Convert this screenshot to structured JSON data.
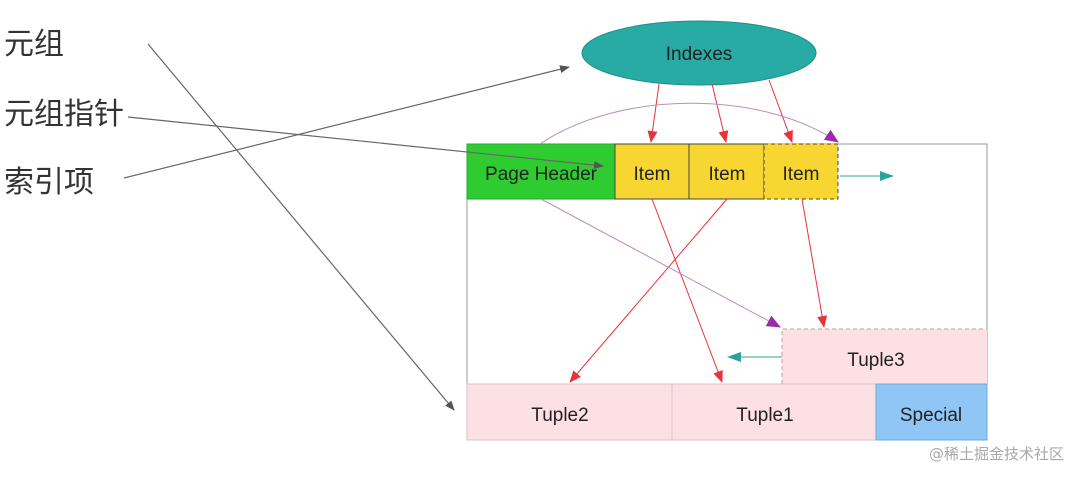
{
  "labels": {
    "tuple": "元组",
    "tuple_pointer": "元组指针",
    "index_entry": "索引项"
  },
  "nodes": {
    "indexes": "Indexes",
    "page_header": "Page Header",
    "item_1": "Item",
    "item_2": "Item",
    "item_3": "Item",
    "tuple3": "Tuple3",
    "tuple2": "Tuple2",
    "tuple1": "Tuple1",
    "special": "Special"
  },
  "watermark": "@稀土掘金技术社区",
  "colors": {
    "indexes_fill": "#27aba4",
    "page_header_fill": "#2ecc31",
    "item_fill": "#f7d631",
    "tuple_fill": "#fde0e4",
    "special_fill": "#8fc6f5",
    "pointer_arrow": "#e8333b",
    "header_arrow": "#9b2aa8",
    "growth_arrow": "#2aa39b",
    "label_arrow": "#555555"
  }
}
